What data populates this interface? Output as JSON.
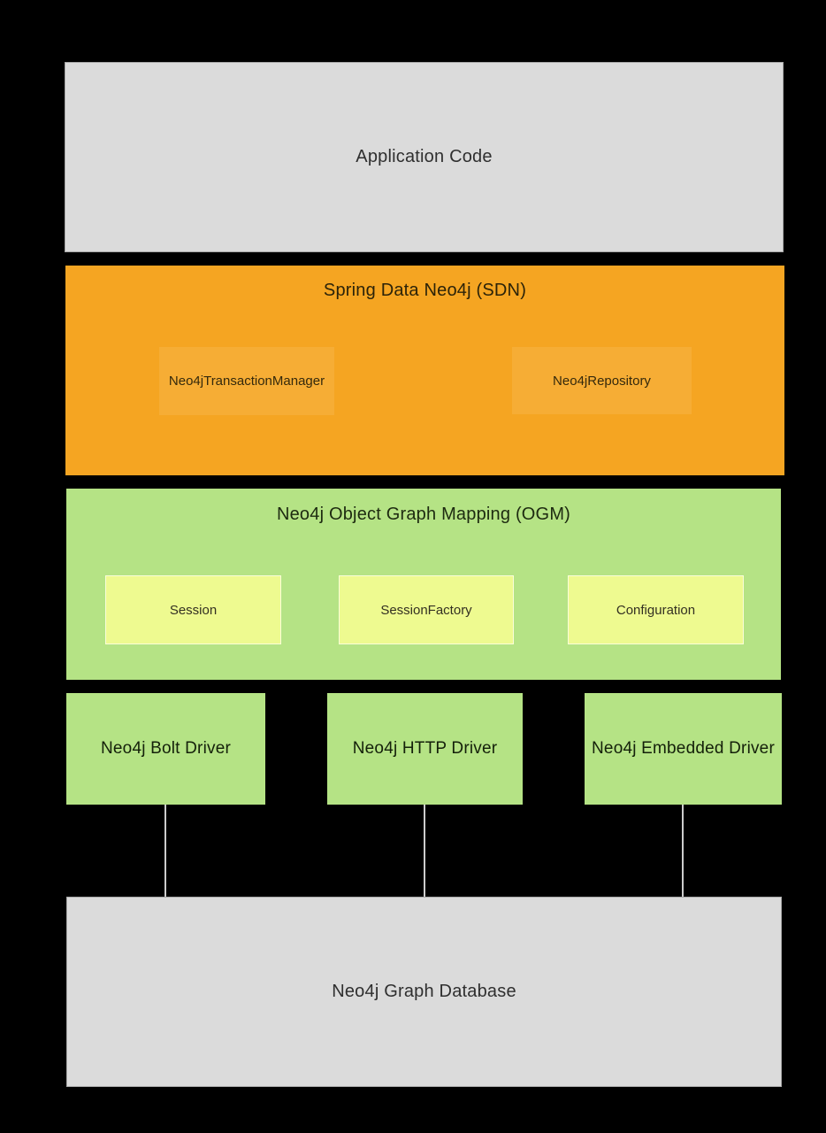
{
  "diagram": {
    "title_semantic": "Spring Data Neo4j architecture stack",
    "application": {
      "label": "Application Code"
    },
    "sdn": {
      "title": "Spring Data Neo4j (SDN)",
      "components": [
        {
          "label": "Neo4jTransactionManager"
        },
        {
          "label": "Neo4jRepository"
        }
      ]
    },
    "ogm": {
      "title": "Neo4j Object Graph Mapping (OGM)",
      "components": [
        {
          "label": "Session"
        },
        {
          "label": "SessionFactory"
        },
        {
          "label": "Configuration"
        }
      ]
    },
    "drivers": [
      {
        "label": "Neo4j Bolt Driver"
      },
      {
        "label": "Neo4j HTTP Driver"
      },
      {
        "label": "Neo4j Embedded Driver"
      }
    ],
    "database": {
      "label": "Neo4j Graph Database"
    }
  },
  "colors": {
    "canvas_bg": "#000000",
    "orange": "#f5a522",
    "orange_light": "#f6ad35",
    "green": "#b5e385",
    "yellow": "#eefa90",
    "gray_fill": "#dbdbdb",
    "gray_border": "#a8a8a8",
    "connector": "#cccccc"
  }
}
